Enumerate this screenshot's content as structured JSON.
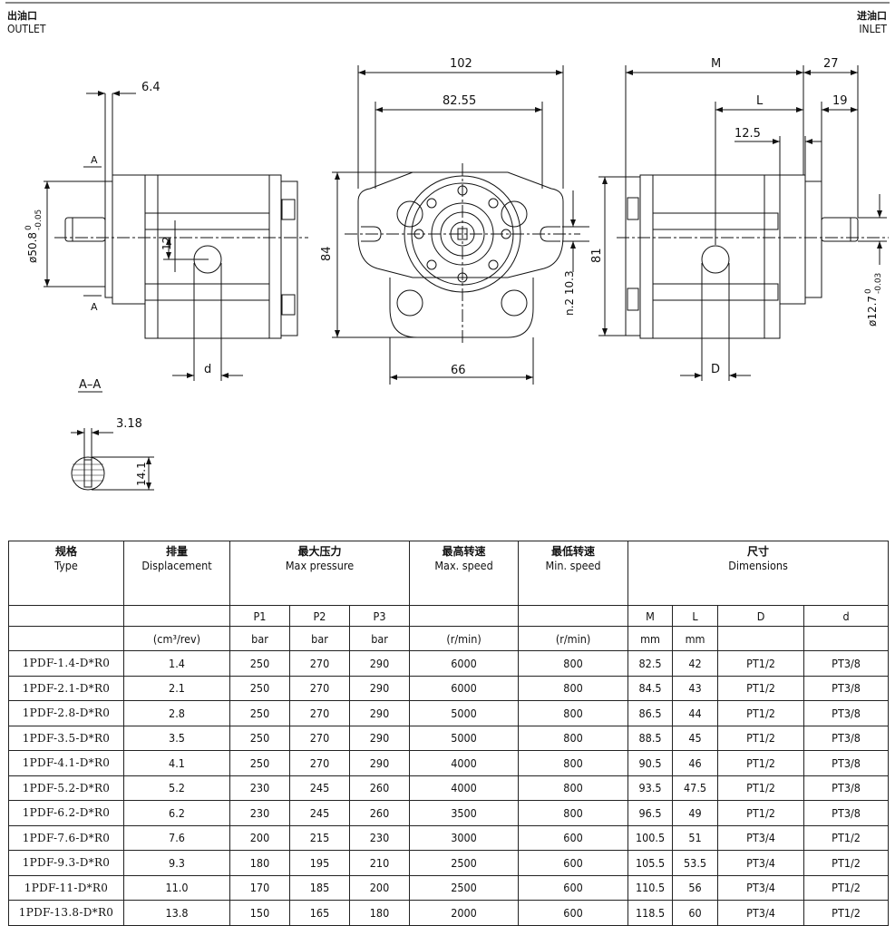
{
  "labels": {
    "outlet_zh": "出油口",
    "outlet_en": "OUTLET",
    "inlet_zh": "进油口",
    "inlet_en": "INLET",
    "section_aa": "A–A",
    "section_mark": "A"
  },
  "dimensions": {
    "d_6_4": "6.4",
    "d_102": "102",
    "d_82_55": "82.55",
    "d_M": "M",
    "d_27": "27",
    "d_L": "L",
    "d_19": "19",
    "d_12_5": "12.5",
    "d_shaft_dia": "ø50.8",
    "d_shaft_tol_top": "0",
    "d_shaft_tol_bot": "-0.05",
    "d_12": "12",
    "d_84": "84",
    "d_n2_10_3": "n.2 10.3",
    "d_81": "81",
    "d_inlet_dia": "ø12.7",
    "d_inlet_tol_top": "0",
    "d_inlet_tol_bot": "-0.03",
    "d_small_d": "d",
    "d_66": "66",
    "d_big_D": "D",
    "d_3_18": "3.18",
    "d_14_1": "14.1"
  },
  "table": {
    "headers": {
      "type_zh": "规格",
      "type_en": "Type",
      "disp_zh": "排量",
      "disp_en": "Displacement",
      "press_zh": "最大压力",
      "press_en": "Max pressure",
      "maxspeed_zh": "最高转速",
      "maxspeed_en": "Max. speed",
      "minspeed_zh": "最低转速",
      "minspeed_en": "Min. speed",
      "dims_zh": "尺寸",
      "dims_en": "Dimensions",
      "p1": "P1",
      "p2": "P2",
      "p3": "P3",
      "m": "M",
      "l": "L",
      "D": "D",
      "d": "d"
    },
    "units": {
      "disp": "(cm³/rev)",
      "p1": "bar",
      "p2": "bar",
      "p3": "bar",
      "maxspeed": "(r/min)",
      "minspeed": "(r/min)",
      "m": "mm",
      "l": "mm",
      "D": "",
      "d": ""
    },
    "rows": [
      [
        "1PDF-1.4-D*R0",
        "1.4",
        "250",
        "270",
        "290",
        "6000",
        "800",
        "82.5",
        "42",
        "PT1/2",
        "PT3/8"
      ],
      [
        "1PDF-2.1-D*R0",
        "2.1",
        "250",
        "270",
        "290",
        "6000",
        "800",
        "84.5",
        "43",
        "PT1/2",
        "PT3/8"
      ],
      [
        "1PDF-2.8-D*R0",
        "2.8",
        "250",
        "270",
        "290",
        "5000",
        "800",
        "86.5",
        "44",
        "PT1/2",
        "PT3/8"
      ],
      [
        "1PDF-3.5-D*R0",
        "3.5",
        "250",
        "270",
        "290",
        "5000",
        "800",
        "88.5",
        "45",
        "PT1/2",
        "PT3/8"
      ],
      [
        "1PDF-4.1-D*R0",
        "4.1",
        "250",
        "270",
        "290",
        "4000",
        "800",
        "90.5",
        "46",
        "PT1/2",
        "PT3/8"
      ],
      [
        "1PDF-5.2-D*R0",
        "5.2",
        "230",
        "245",
        "260",
        "4000",
        "800",
        "93.5",
        "47.5",
        "PT1/2",
        "PT3/8"
      ],
      [
        "1PDF-6.2-D*R0",
        "6.2",
        "230",
        "245",
        "260",
        "3500",
        "800",
        "96.5",
        "49",
        "PT1/2",
        "PT3/8"
      ],
      [
        "1PDF-7.6-D*R0",
        "7.6",
        "200",
        "215",
        "230",
        "3000",
        "600",
        "100.5",
        "51",
        "PT3/4",
        "PT1/2"
      ],
      [
        "1PDF-9.3-D*R0",
        "9.3",
        "180",
        "195",
        "210",
        "2500",
        "600",
        "105.5",
        "53.5",
        "PT3/4",
        "PT1/2"
      ],
      [
        "1PDF-11-D*R0",
        "11.0",
        "170",
        "185",
        "200",
        "2500",
        "600",
        "110.5",
        "56",
        "PT3/4",
        "PT1/2"
      ],
      [
        "1PDF-13.8-D*R0",
        "13.8",
        "150",
        "165",
        "180",
        "2000",
        "600",
        "118.5",
        "60",
        "PT3/4",
        "PT1/2"
      ]
    ]
  }
}
